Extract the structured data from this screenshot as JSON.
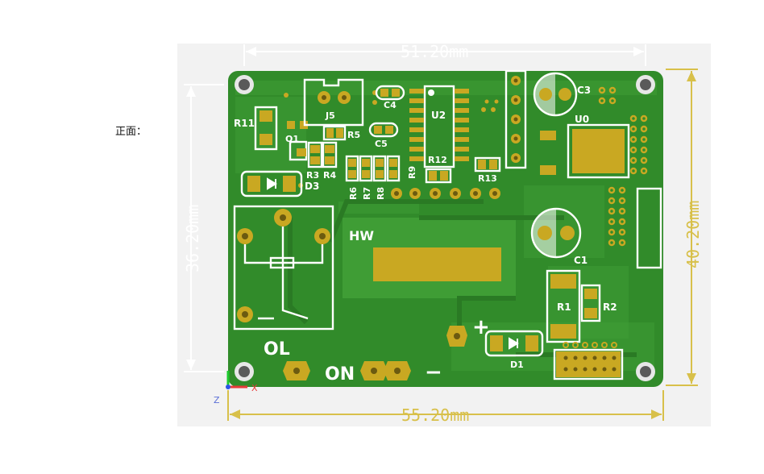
{
  "side_label": "正面：",
  "dimensions": {
    "top": "51.20mm",
    "bottom": "55.20mm",
    "left": "36.20mm",
    "right": "40.20mm"
  },
  "axis": {
    "x": "X",
    "z": "Z"
  },
  "colors": {
    "board": "#318b2a",
    "board_light": "#3f9d35",
    "pad": "#c9a822",
    "silk": "#ffffff",
    "dim_white": "#ffffff",
    "dim_gold": "#d8c04a"
  },
  "labels": {
    "r11": "R11",
    "q1": "Q1",
    "j5": "J5",
    "r5": "R5",
    "r3": "R3",
    "r4": "R4",
    "c4": "C4",
    "c5": "C5",
    "u2": "U2",
    "r12": "R12",
    "r13": "R13",
    "r9": "R9",
    "r6": "R6",
    "r7": "R7",
    "r8": "R8",
    "c3": "C3",
    "u0": "U0",
    "d3": "D3",
    "hw": "HW",
    "c1": "C1",
    "r1": "R1",
    "r2": "R2",
    "d1": "D1",
    "ol": "OL",
    "on": "ON",
    "plus": "+",
    "minus": "−"
  }
}
